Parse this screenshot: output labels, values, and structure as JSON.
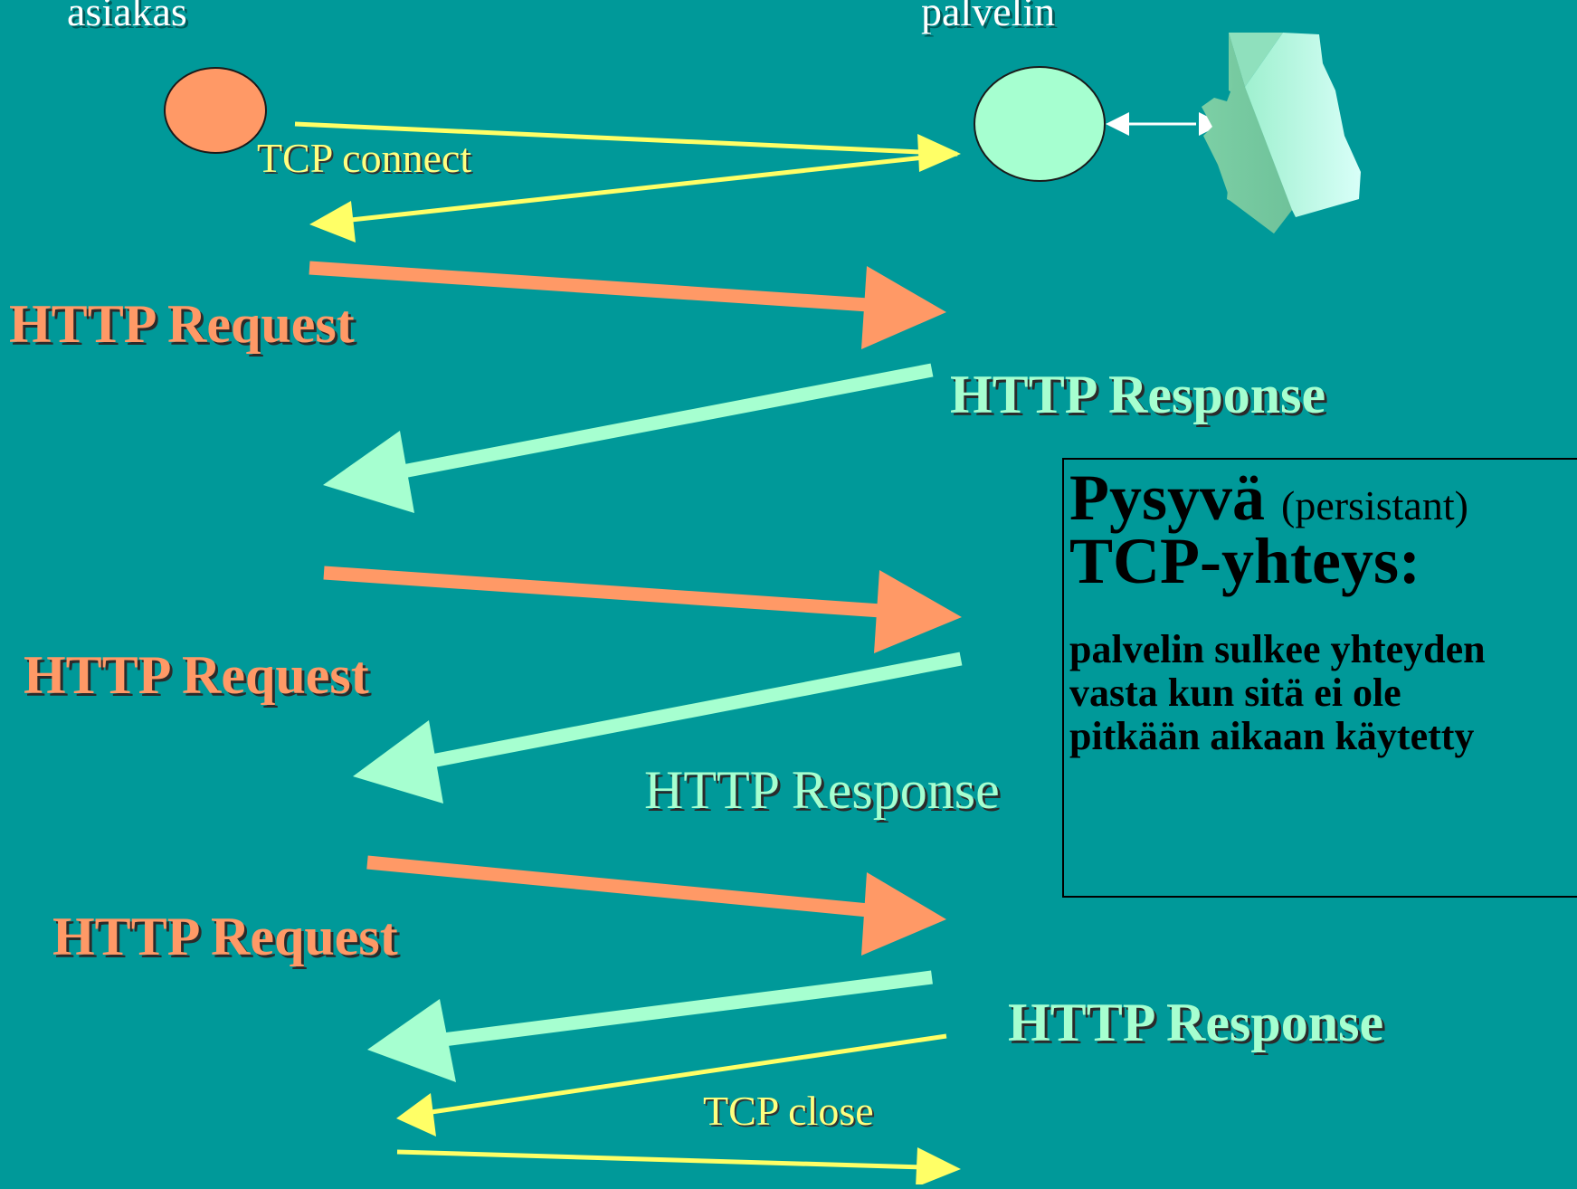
{
  "client_label": "asiakas",
  "server_label": "palvelin",
  "tcp_connect_label": "TCP connect",
  "tcp_close_label": "TCP close",
  "request_labels": [
    "HTTP Request",
    "HTTP Request",
    "HTTP Request"
  ],
  "response_labels": [
    "HTTP Response",
    "HTTP Response",
    "HTTP Response"
  ],
  "note": {
    "title": "Pysyvä",
    "title_sub": "(persistant)",
    "title_line2": "TCP-yhteys:",
    "body_lines": [
      "palvelin sulkee yhteyden",
      "vasta kun sitä ei ole",
      "pitkään aikaan käytetty"
    ]
  },
  "colors": {
    "background": "#009999",
    "client_node": "#ff9966",
    "server_node": "#a6ffd0",
    "tcp_arrow": "#ffff66",
    "request_arrow": "#ff9966",
    "response_arrow": "#a6ffd0"
  }
}
